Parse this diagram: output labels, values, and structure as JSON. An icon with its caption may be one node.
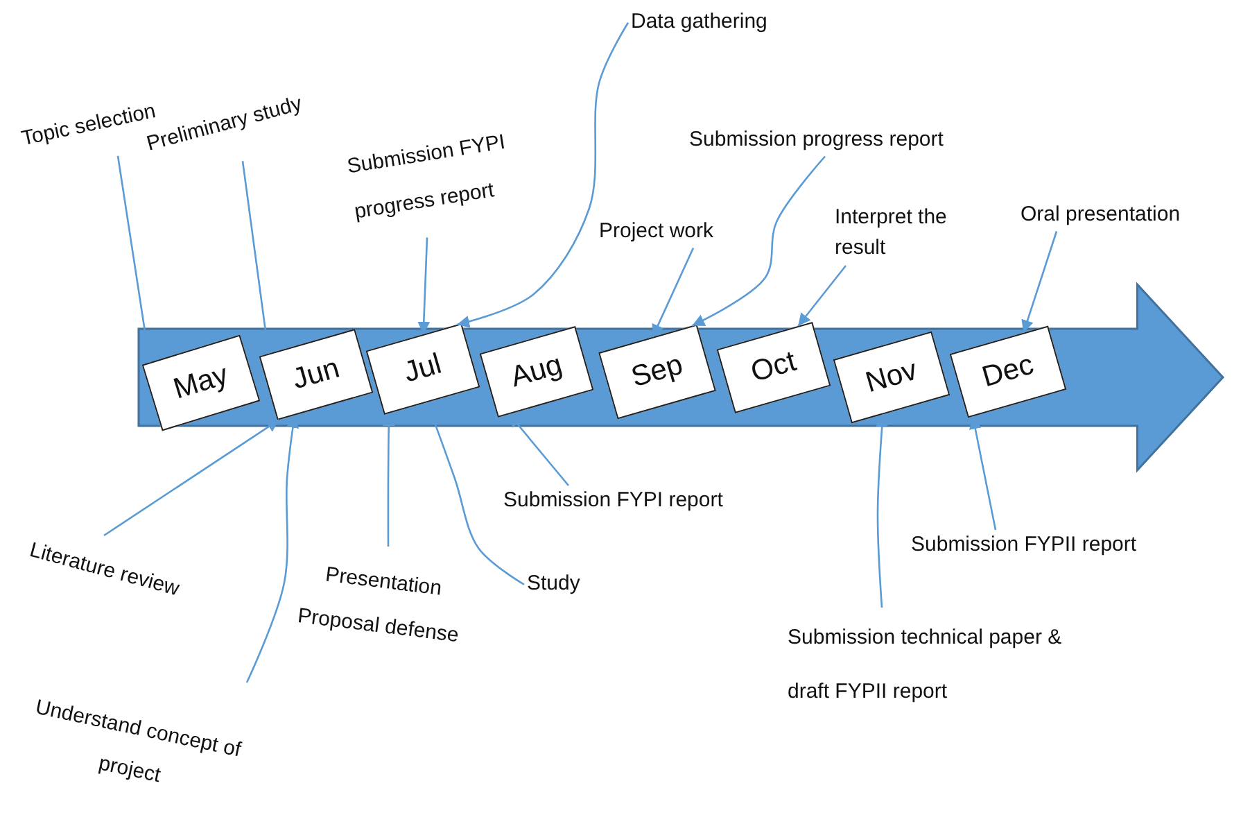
{
  "diagram": {
    "nodes": [
      {
        "text": [
          "Topic selection"
        ]
      },
      {
        "text": [
          "Preliminary study"
        ]
      },
      {
        "text": [
          "Submission FYPI progress report"
        ]
      },
      {
        "text": [
          "Data gathering"
        ]
      },
      {
        "text": [
          "Submission progress report"
        ]
      },
      {
        "text": [
          "Project work"
        ]
      },
      {
        "text": [
          "Interpret the result"
        ]
      },
      {
        "text": [
          "Oral presentation"
        ]
      },
      {
        "text": [],
        "shape": "arrow"
      },
      {
        "text": [
          "May"
        ],
        "in": 8
      },
      {
        "text": [
          "Jun"
        ],
        "in": 8
      },
      {
        "text": [
          "Jul"
        ],
        "in": 8
      },
      {
        "text": [
          "Aug"
        ],
        "in": 8
      },
      {
        "text": [
          "Sep"
        ],
        "in": 8
      },
      {
        "text": [
          "Oct"
        ],
        "in": 8
      },
      {
        "text": [
          "Nov"
        ],
        "in": 8
      },
      {
        "text": [
          "Dec"
        ],
        "in": 8
      },
      {
        "text": [
          "Literature review"
        ]
      },
      {
        "text": [
          "Understand concept of project"
        ]
      },
      {
        "text": [
          "Presentation Proposal defense"
        ]
      },
      {
        "text": [
          "Submission FYPI report"
        ]
      },
      {
        "text": [
          "Study"
        ]
      },
      {
        "text": [
          "Submission FYPII report"
        ]
      },
      {
        "text": [
          "Submission technical paper & draft FYPII report"
        ]
      }
    ],
    "edges": [
      {
        "from": 0,
        "to": 9,
        "arrow": "to"
      },
      {
        "from": 1,
        "to": 10,
        "arrow": "to"
      },
      {
        "from": 2,
        "to": 11,
        "arrow": "to"
      },
      {
        "from": 3,
        "to": 11,
        "arrow": "to"
      },
      {
        "from": 5,
        "to": 13,
        "arrow": "to"
      },
      {
        "from": 4,
        "to": 13,
        "arrow": "to"
      },
      {
        "from": 6,
        "to": 14,
        "arrow": "to"
      },
      {
        "from": 7,
        "to": 16,
        "arrow": "to"
      },
      {
        "from": 17,
        "to": 10,
        "arrow": "to"
      },
      {
        "from": 18,
        "to": 10,
        "arrow": "to"
      },
      {
        "from": 19,
        "to": 11,
        "arrow": "to"
      },
      {
        "from": 21,
        "to": 11,
        "arrow": "to"
      },
      {
        "from": 20,
        "to": 12,
        "arrow": "to"
      },
      {
        "from": 23,
        "to": 15,
        "arrow": "to"
      },
      {
        "from": 22,
        "to": 16,
        "arrow": "to"
      }
    ]
  }
}
